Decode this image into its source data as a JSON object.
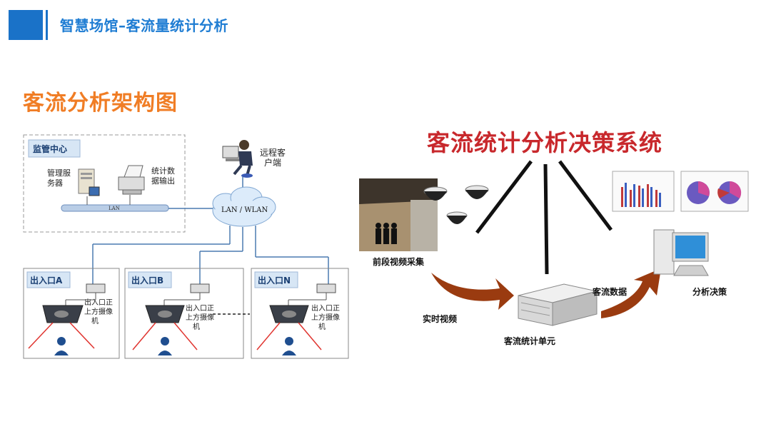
{
  "header": {
    "title": "智慧场馆–客流量统计分析",
    "accent": "#1a72c8"
  },
  "section_title": "客流分析架构图",
  "left_diagram": {
    "monitor_center": "监管中心",
    "server_label": [
      "管理服",
      "务器"
    ],
    "printer_label": [
      "统计数",
      "据输出"
    ],
    "lan_label": "LAN",
    "cloud_label": "LAN / WLAN",
    "remote_label": [
      "远程客",
      "户端"
    ],
    "entrances": [
      {
        "name": "出入口A",
        "camera_label": [
          "出入口正",
          "上方摄像",
          "机"
        ]
      },
      {
        "name": "出入口B",
        "camera_label": [
          "出入口正",
          "上方摄像",
          "机"
        ]
      },
      {
        "name": "出入口N",
        "camera_label": [
          "出入口正",
          "上方摄像",
          "机"
        ]
      }
    ]
  },
  "right_diagram": {
    "title": "客流统计分析决策系统",
    "front_capture": "前段视频采集",
    "realtime_video": "实时视频",
    "unit": "客流统计单元",
    "flow_data": "客流数据",
    "analysis": "分析决策"
  }
}
